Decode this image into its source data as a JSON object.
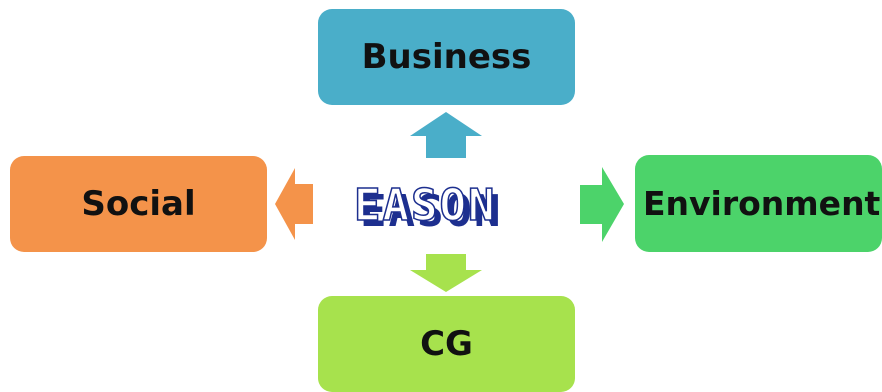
{
  "diagram": {
    "nodes": {
      "business": {
        "label": "Business",
        "color": "#4aaec9"
      },
      "social": {
        "label": "Social",
        "color": "#f4934a"
      },
      "environment": {
        "label": "Environment",
        "color": "#4cd36a"
      },
      "cg": {
        "label": "CG",
        "color": "#a7e24d"
      }
    },
    "logo": {
      "text": "EASON",
      "fill": "#ffffff",
      "shadow": "#1d2f8f"
    },
    "arrows": [
      {
        "direction": "up",
        "target": "business",
        "color": "#4aaec9"
      },
      {
        "direction": "left",
        "target": "social",
        "color": "#f4934a"
      },
      {
        "direction": "right",
        "target": "environment",
        "color": "#4cd36a"
      },
      {
        "direction": "down",
        "target": "cg",
        "color": "#a7e24d"
      }
    ]
  }
}
